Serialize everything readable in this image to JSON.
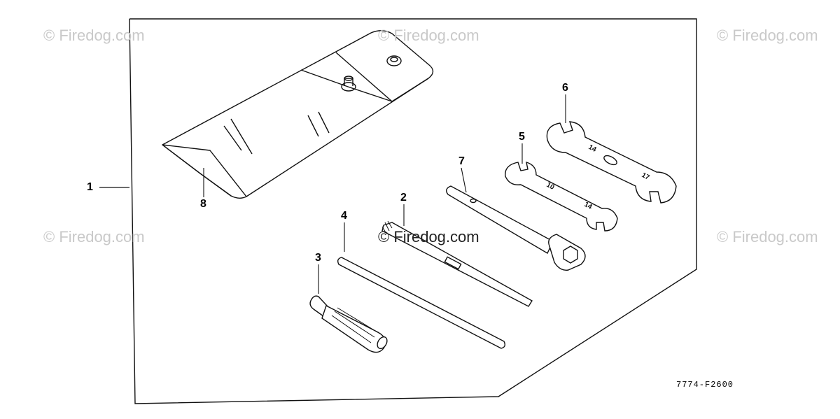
{
  "watermarks": {
    "w1": "© Firedog.com",
    "w2": "© Firedog.com",
    "w3": "© Firedog.com",
    "w4": "© Firedog.com",
    "w5": "© Firedog.com",
    "w6": "© Firedog.com"
  },
  "callouts": {
    "c1": "1",
    "c2": "2",
    "c3": "3",
    "c4": "4",
    "c5": "5",
    "c6": "6",
    "c7": "7",
    "c8": "8"
  },
  "drawing_code": "7774-F2600"
}
